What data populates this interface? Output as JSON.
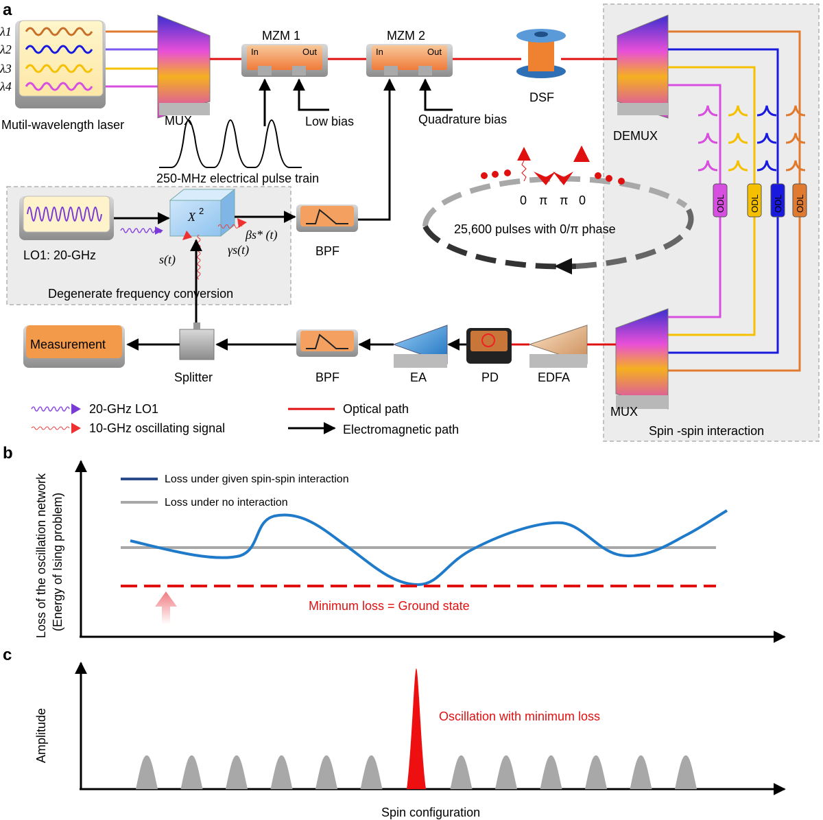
{
  "panels": {
    "a": "a",
    "b": "b",
    "c": "c"
  },
  "panel_a": {
    "laser": {
      "label": "Mutil-wavelength laser",
      "lambdas": [
        "λ1",
        "λ2",
        "λ3",
        "λ4"
      ]
    },
    "mux_in": "MUX",
    "mzm1": {
      "title": "MZM 1",
      "in": "In",
      "out": "Out",
      "bias": "Low bias"
    },
    "mzm2": {
      "title": "MZM 2",
      "in": "In",
      "out": "Out",
      "bias": "Quadrature bias"
    },
    "dsf": "DSF",
    "demux": "DEMUX",
    "pulse_train": "250-MHz electrical pulse train",
    "odl": "ODL",
    "phases": [
      "0",
      "π",
      "π",
      "0"
    ],
    "loop_caption": "25,600 pulses with 0/π phase",
    "lo1": "LO1: 20-GHz",
    "chi2": "X",
    "chi2_sup": "2",
    "beta_term": "βs* (t)",
    "gamma_term": "γs(t)",
    "s_term": "s(t)",
    "bpf_top": "BPF",
    "degenerate": "Degenerate frequency conversion",
    "measurement": "Measurement",
    "splitter": "Splitter",
    "bpf_bottom": "BPF",
    "ea": "EA",
    "pd": "PD",
    "edfa": "EDFA",
    "mux_out": "MUX",
    "spin_box": "Spin -spin interaction",
    "legend": {
      "lo1": "20-GHz LO1",
      "osc": "10-GHz oscillating signal",
      "optical": "Optical path",
      "em": "Electromagnetic path"
    },
    "colors": {
      "l1": "#e07a2e",
      "l2": "#1a1adf",
      "l3": "#f5c000",
      "l4": "#d64fe0",
      "optical": "#e01010"
    }
  },
  "panel_b": {
    "ylabel_1": "Loss of the oscillation network",
    "ylabel_2": "(Energy of Ising problem)",
    "legend_given": "Loss under given spin-spin interaction",
    "legend_none": "Loss under no interaction",
    "min_label": "Minimum loss = Ground state",
    "colors": {
      "curve": "#1f7bc9",
      "flat": "#a8a8a8",
      "min": "#e01010"
    }
  },
  "panel_c": {
    "ylabel": "Amplitude",
    "xlabel": "Spin configuration",
    "annotation": "Oscillation with minimum loss",
    "peaks": [
      {
        "amplitude": 0.28,
        "highlight": false
      },
      {
        "amplitude": 0.28,
        "highlight": false
      },
      {
        "amplitude": 0.28,
        "highlight": false
      },
      {
        "amplitude": 0.28,
        "highlight": false
      },
      {
        "amplitude": 0.28,
        "highlight": false
      },
      {
        "amplitude": 0.28,
        "highlight": false
      },
      {
        "amplitude": 1.0,
        "highlight": true
      },
      {
        "amplitude": 0.28,
        "highlight": false
      },
      {
        "amplitude": 0.28,
        "highlight": false
      },
      {
        "amplitude": 0.28,
        "highlight": false
      },
      {
        "amplitude": 0.28,
        "highlight": false
      },
      {
        "amplitude": 0.28,
        "highlight": false
      },
      {
        "amplitude": 0.28,
        "highlight": false
      }
    ],
    "colors": {
      "normal": "#a8a8a8",
      "highlight": "#ee1010"
    }
  }
}
